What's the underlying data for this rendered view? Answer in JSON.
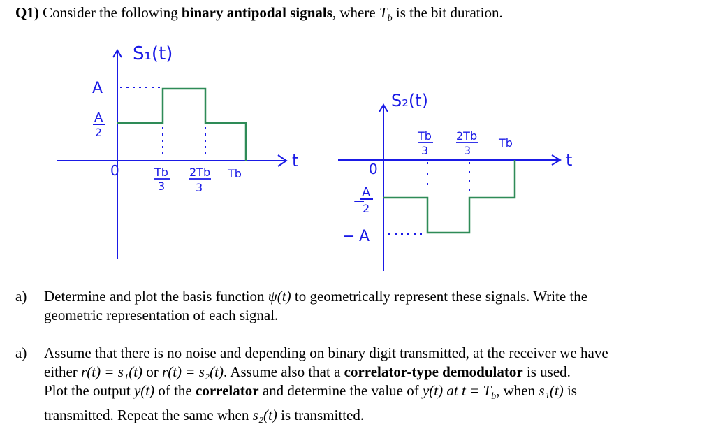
{
  "question": {
    "number": "Q1)",
    "text_before": "Consider the following ",
    "bold": "binary antipodal signals",
    "text_after": ", where ",
    "sym": "T",
    "sub": "b",
    "text_end": " is the bit duration."
  },
  "figure": {
    "s1": {
      "title": "S₁(t)",
      "y_labels": [
        "A",
        "A",
        "2"
      ],
      "origin": "0",
      "x_labels": [
        "Tb",
        "3",
        "2Tb",
        "3",
        "Tb"
      ],
      "axis_label": "t"
    },
    "s2": {
      "title": "S₂(t)",
      "origin": "0",
      "x_labels": [
        "Tb",
        "3",
        "2Tb",
        "3",
        "Tb"
      ],
      "y_labels": [
        "A",
        "2",
        "A"
      ],
      "minus": "−",
      "axis_label": "t"
    },
    "ink_color": "#1a1ae6",
    "plot_color": "#2e8b57"
  },
  "part_a": {
    "marker": "a)",
    "line1_pre": "Determine and plot the basis function ",
    "psi": "ψ(t)",
    "line1_post": " to geometrically represent these signals. Write the",
    "line2": "geometric representation of each signal."
  },
  "part_b": {
    "marker": "a)",
    "l1": "Assume that there is no noise and depending on binary digit transmitted, at the receiver we have",
    "l2_a": "either ",
    "eq1": "r(t) = s₁(t)",
    "l2_b": " or ",
    "eq2": "r(t) = s₂(t)",
    "l2_c": ". Assume also that a ",
    "l2_bold": "correlator-type demodulator",
    "l2_d": " is used.",
    "l3_a": "Plot the output ",
    "y": "y(t)",
    "l3_b": " of the ",
    "l3_bold": "correlator",
    "l3_c": " and determine the value of ",
    "l3_eq": "y(t) at t = T",
    "l3_sub": "b",
    "l3_d": ", when ",
    "l3_s1": "s₁(t)",
    "l3_e": " is",
    "l4_a": "transmitted. Repeat the same when ",
    "l4_s2": "s₂(t)",
    "l4_b": " is transmitted."
  }
}
